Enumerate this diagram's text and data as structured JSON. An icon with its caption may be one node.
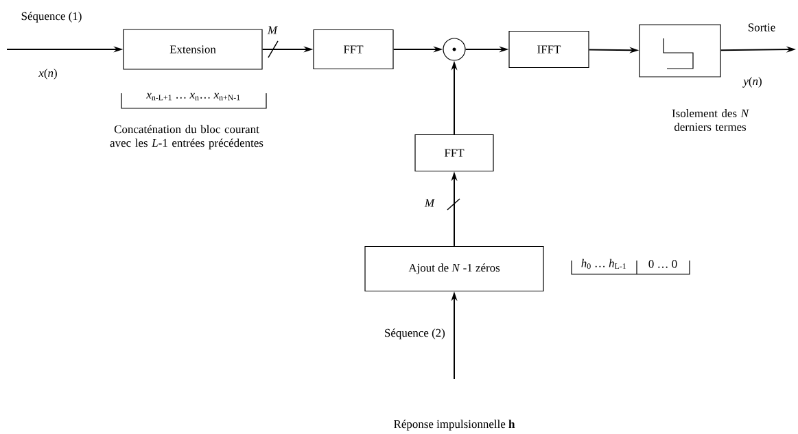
{
  "diagram": {
    "nodes": [
      {
        "text": [
          "Extension"
        ]
      },
      {
        "text": [
          "FFT"
        ]
      },
      {
        "text": [],
        "shape": "circle"
      },
      {
        "text": [
          "IFFT"
        ]
      },
      {
        "text": [],
        "shape": "box"
      },
      {
        "text": [
          "FFT"
        ]
      },
      {
        "text": [
          "Ajout de *N* -1 zéros"
        ]
      }
    ],
    "edges": [
      {
        "from": null,
        "to": 0,
        "arrow": "to",
        "label": "Séquence (1)"
      },
      {
        "from": 0,
        "to": 1,
        "arrow": "to",
        "label": "M"
      },
      {
        "from": 1,
        "to": 2,
        "arrow": "to"
      },
      {
        "from": 2,
        "to": 3,
        "arrow": "to"
      },
      {
        "from": 3,
        "to": 4,
        "arrow": "to"
      },
      {
        "from": 4,
        "to": null,
        "arrow": "to",
        "label": "Sortie"
      },
      {
        "from": 5,
        "to": 2,
        "arrow": "to"
      },
      {
        "from": 6,
        "to": 5,
        "arrow": "to",
        "label": "M"
      },
      {
        "from": null,
        "to": 6,
        "arrow": "to",
        "label": "Séquence (2)"
      }
    ],
    "labels": [
      "*x*(*n*)",
      "*x*$_{n-L+1}$ … *x*$_{n}$… *x*$_{n+N-1}$",
      "Concaténation du bloc courant avec les *L*-1 entrées précédentes",
      "*y*(*n*)",
      "Isolement des *N* derniers termes",
      "*h*$_{0}$ … *h*$_{L-1}$",
      "0 … 0",
      "Réponse impulsionnelle **h**"
    ]
  }
}
